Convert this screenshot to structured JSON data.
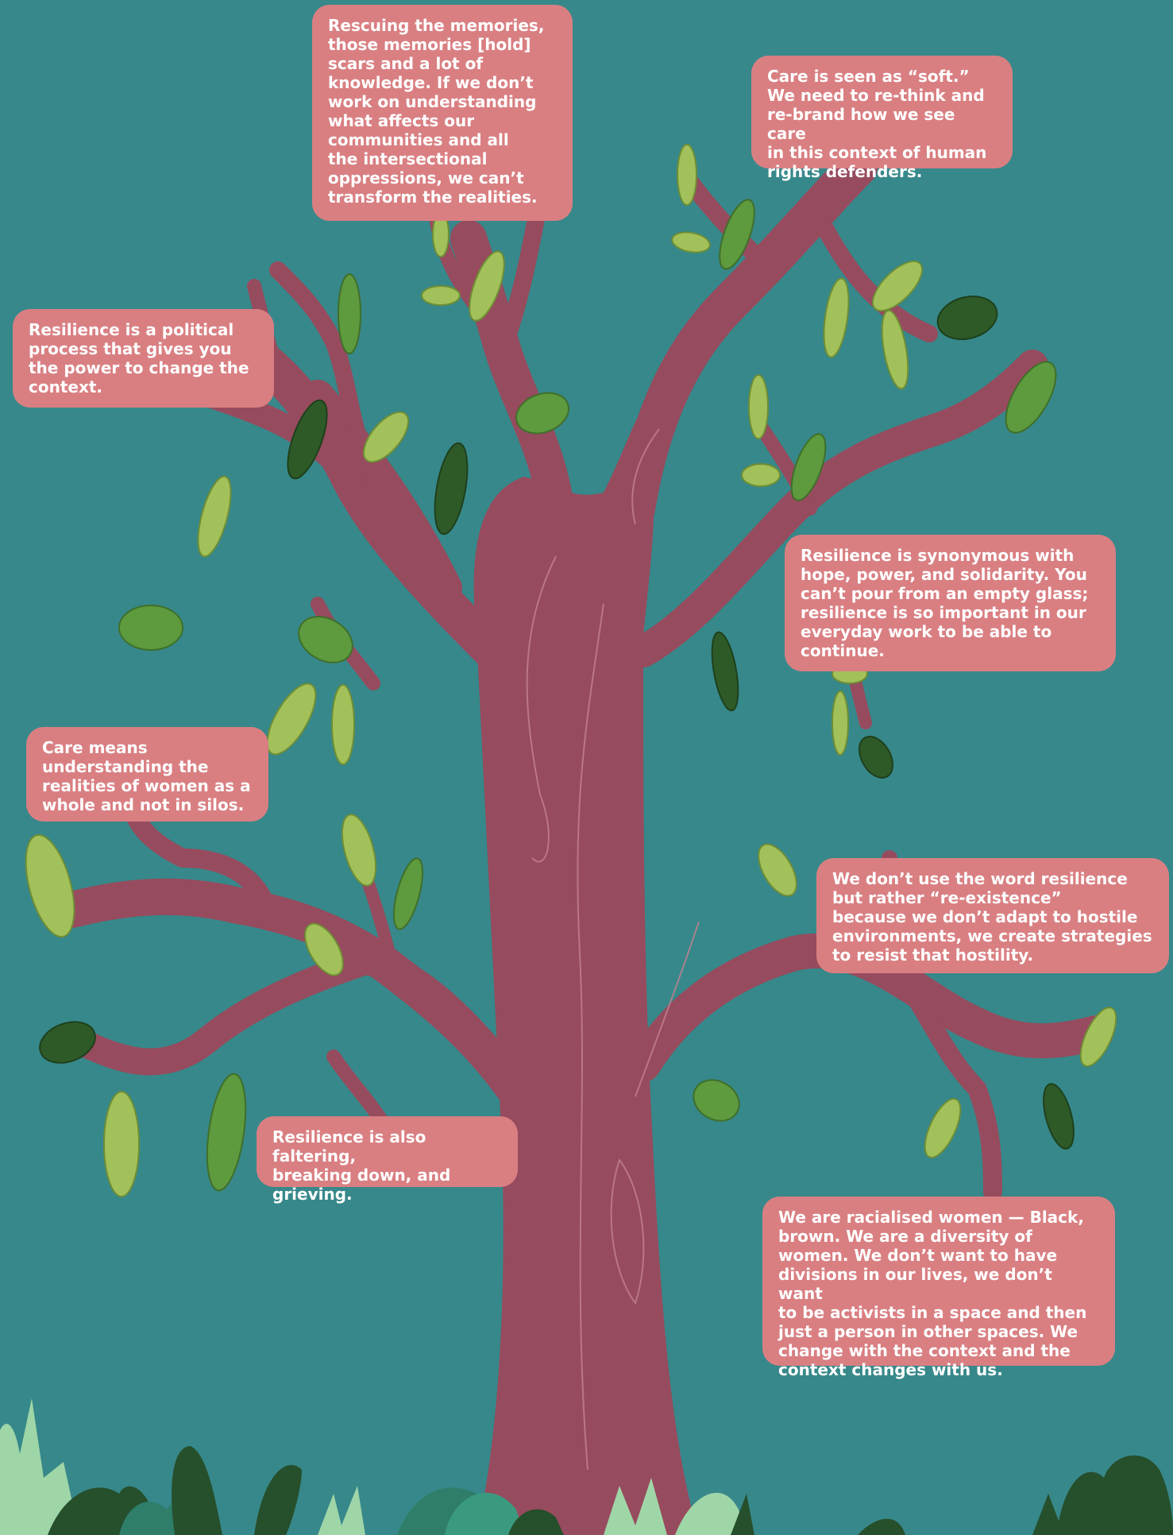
{
  "colors": {
    "background": "#37888A",
    "trunk": "#974B5E",
    "bubble": "#D97F82",
    "bubble_text": "#FFFFFF",
    "leaf_light": "#A3C15A",
    "leaf_mid": "#5E9A3E",
    "leaf_dark": "#2E5A28",
    "grass_dark": "#264F2C",
    "grass_light": "#9FD6A8"
  },
  "quotes": {
    "memories": "Rescuing the memories,\nthose memories [hold]\nscars and a lot of\nknowledge. If we don’t\nwork on understanding\nwhat affects our\ncommunities and all\nthe intersectional\noppressions, we can’t\ntransform the realities.",
    "care_soft": "Care is seen as “soft.”\nWe need to re-think and\nre-brand how we see care\nin this context of human\nrights defenders.",
    "political": "Resilience is a political\nprocess that gives you\nthe power to change the\ncontext.",
    "hope": "Resilience is synonymous with\nhope, power, and solidarity. You\ncan’t pour from an empty glass;\nresilience is so important in our\neveryday work to be able to\ncontinue.",
    "care_means": "Care means\nunderstanding the\nrealities of women as a\nwhole and not in silos.",
    "reexistence": "We don’t use the word resilience\nbut rather “re-existence”\nbecause we don’t adapt to hostile\nenvironments, we create strategies\nto resist that hostility.",
    "faltering": "Resilience is also faltering,\nbreaking down, and\ngrieving.",
    "racialised": "We are racialised women — Black,\nbrown. We are a diversity of\nwomen. We don’t want to have\ndivisions in our lives, we don’t want\nto be activists in a space and then\njust a person in other spaces. We\nchange with the context and the\ncontext changes with us."
  }
}
